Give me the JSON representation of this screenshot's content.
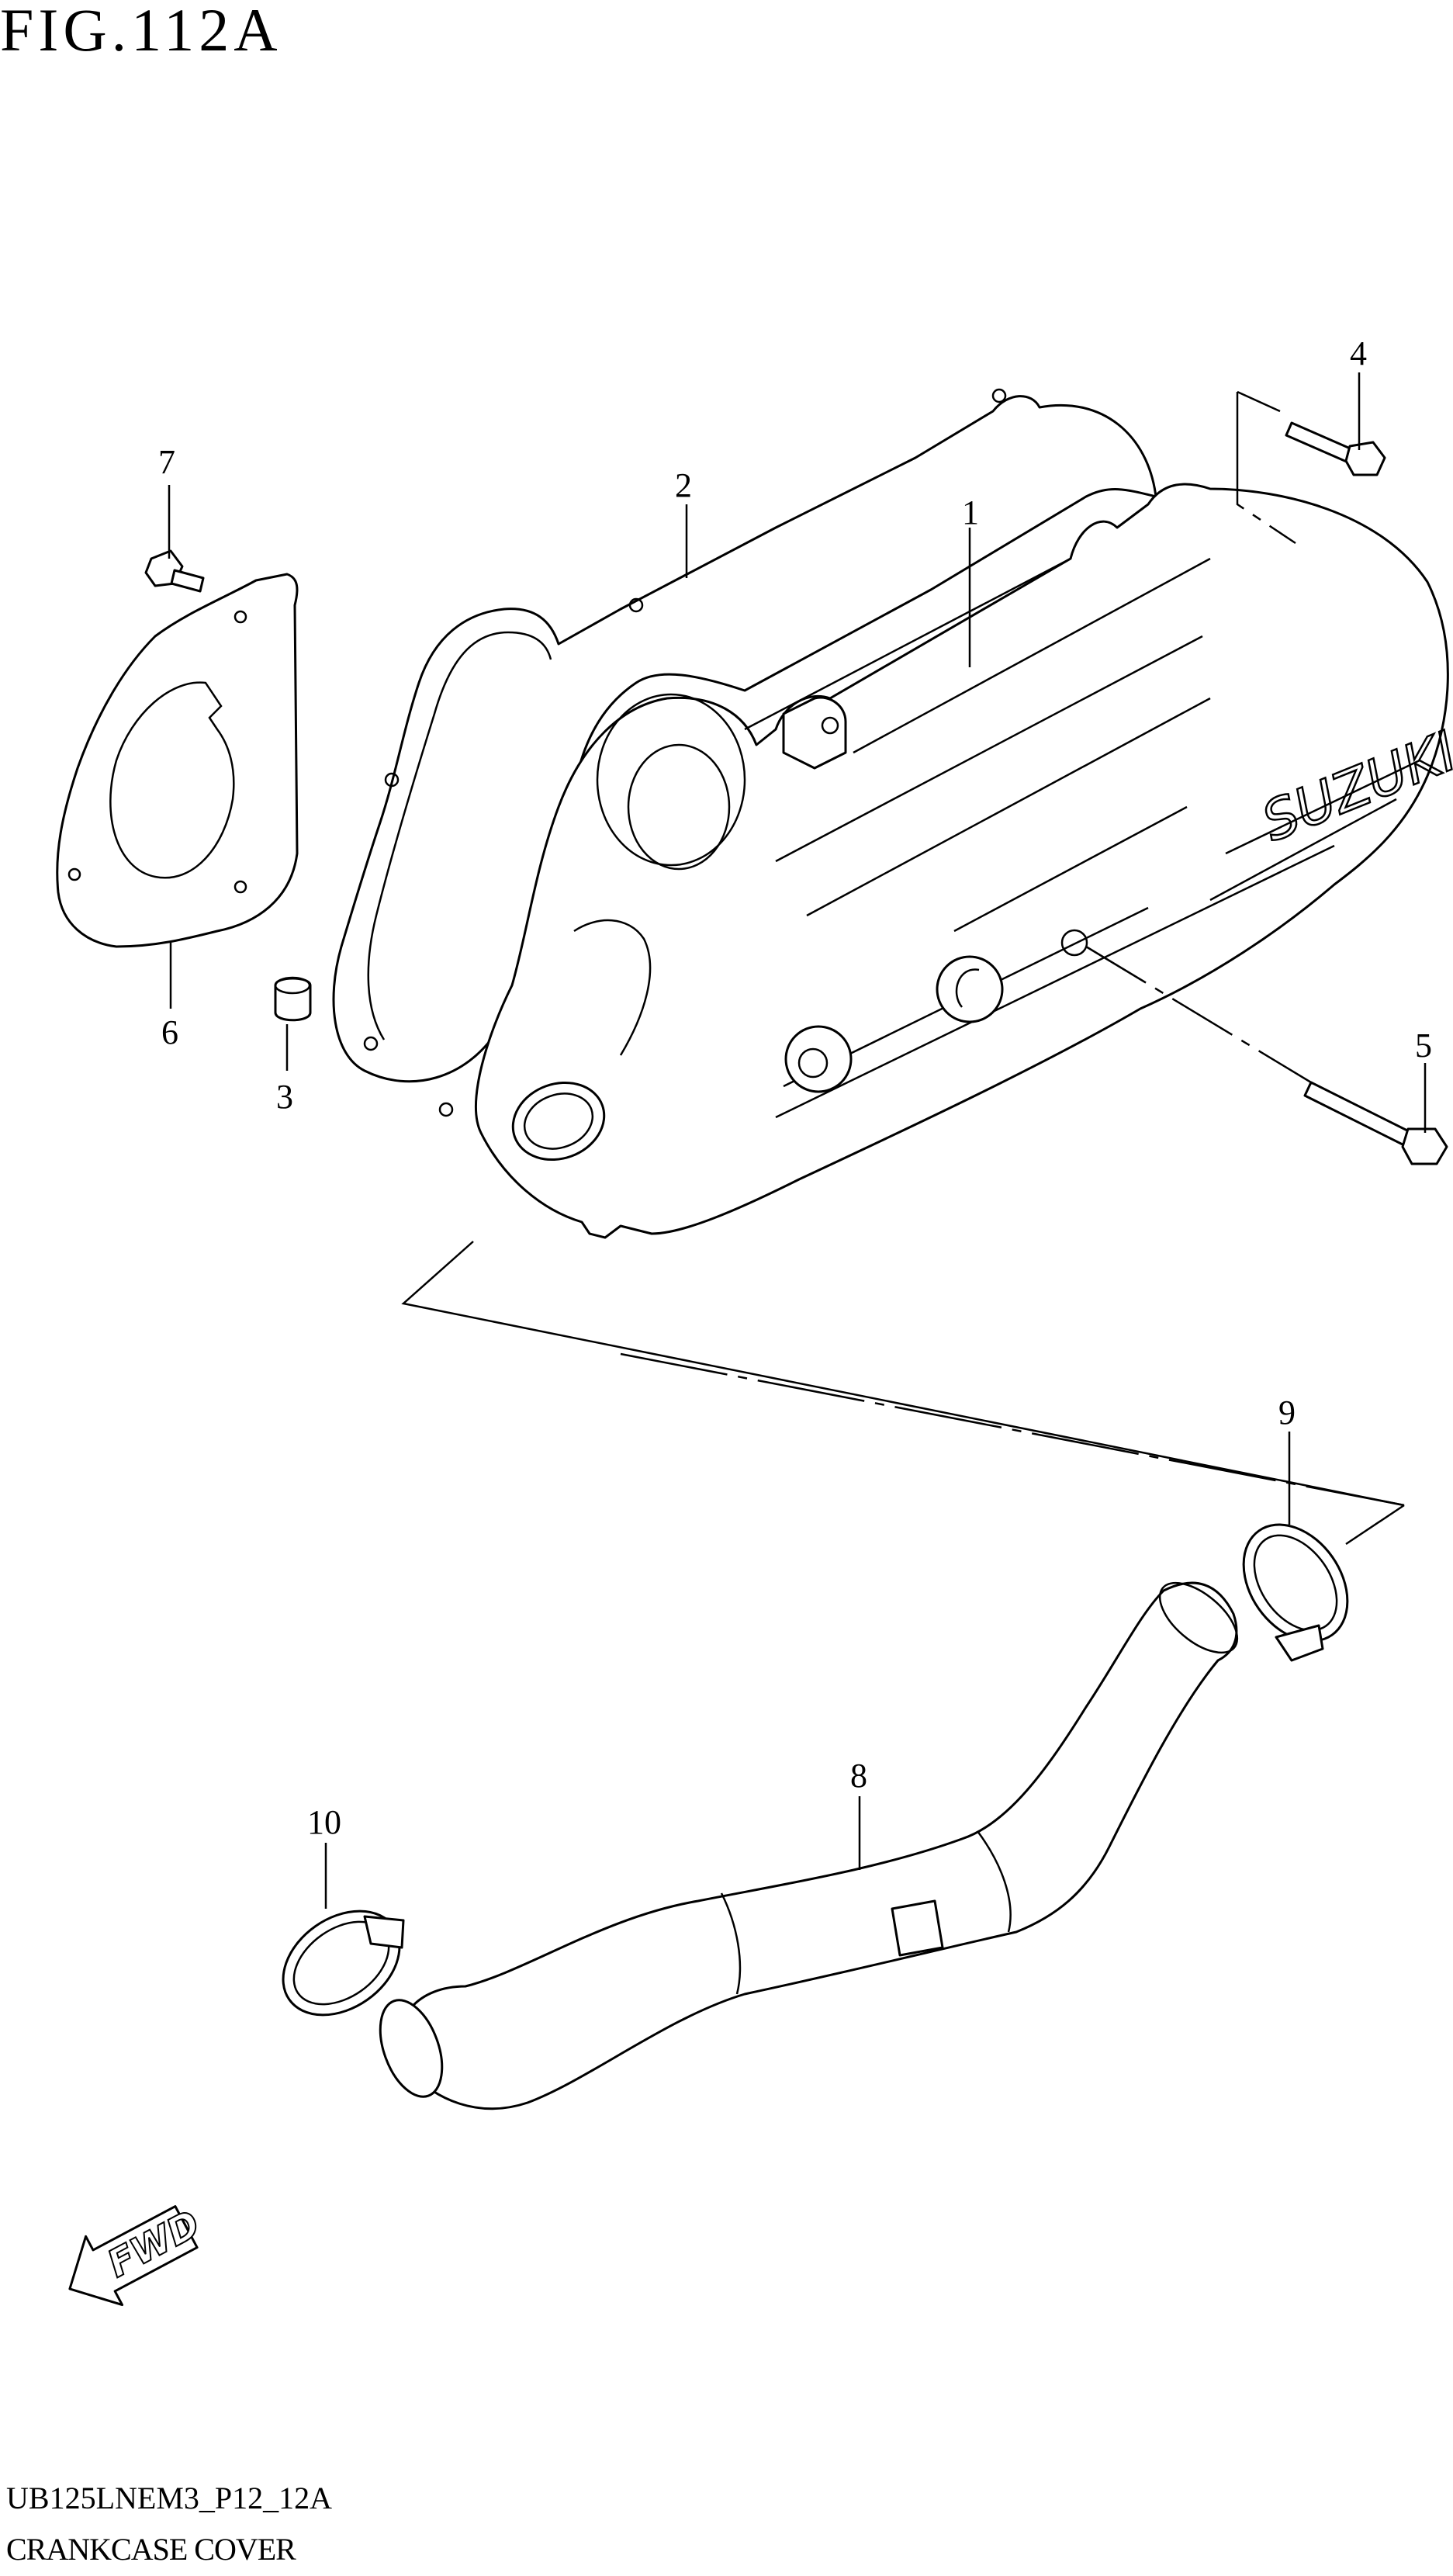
{
  "figure": {
    "title": "FIG.112A",
    "code": "UB125LNEM3_P12_12A",
    "name": "CRANKCASE COVER"
  },
  "callouts": [
    {
      "id": "1",
      "label": "1"
    },
    {
      "id": "2",
      "label": "2"
    },
    {
      "id": "3",
      "label": "3"
    },
    {
      "id": "4",
      "label": "4"
    },
    {
      "id": "5",
      "label": "5"
    },
    {
      "id": "6",
      "label": "6"
    },
    {
      "id": "7",
      "label": "7"
    },
    {
      "id": "8",
      "label": "8"
    },
    {
      "id": "9",
      "label": "9"
    },
    {
      "id": "10",
      "label": "10"
    }
  ],
  "logo_text": "SUZUKI",
  "direction_arrow": {
    "label": "FWD",
    "icon": "fwd-arrow-icon"
  }
}
